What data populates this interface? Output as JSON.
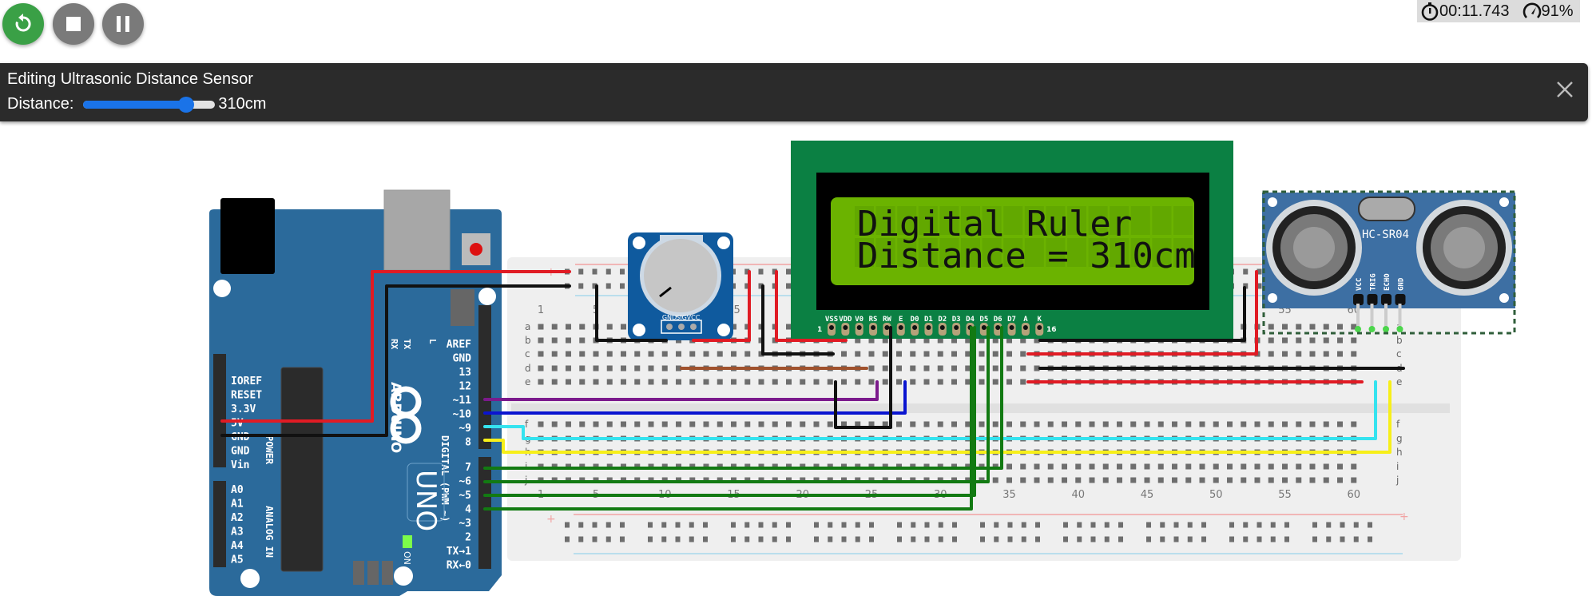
{
  "toolbar": {
    "restart_label": "Restart simulation",
    "stop_label": "Stop simulation",
    "pause_label": "Pause simulation"
  },
  "status": {
    "timer": "00:11.743",
    "speed": "91%"
  },
  "editor": {
    "title": "Editing Ultrasonic Distance Sensor",
    "distance_label": "Distance:",
    "distance_value": "310cm",
    "distance_fraction": 0.78
  },
  "lcd": {
    "line1": "Digital Ruler",
    "line2": "Distance = 310cm",
    "pin_labels": [
      "VSS",
      "VDD",
      "V0",
      "RS",
      "RW",
      "E",
      "D0",
      "D1",
      "D2",
      "D3",
      "D4",
      "D5",
      "D6",
      "D7",
      "A",
      "K"
    ],
    "pin_first": "1",
    "pin_last": "16",
    "colors": {
      "board": "#0b8043",
      "screen": "#6bb300",
      "bezel": "#000000"
    }
  },
  "sensor": {
    "model": "HC-SR04",
    "pins": [
      "VCC",
      "TRIG",
      "ECHO",
      "GND"
    ]
  },
  "potentiometer": {
    "pins": [
      "GND",
      "SIG",
      "VCC"
    ]
  },
  "arduino": {
    "name": "ARDUINO",
    "model": "UNO",
    "on_label": "ON",
    "power_header": [
      "IOREF",
      "RESET",
      "3.3V",
      "5V",
      "GND",
      "GND",
      "Vin"
    ],
    "power_title": "POWER",
    "analog_header": [
      "A0",
      "A1",
      "A2",
      "A3",
      "A4",
      "A5"
    ],
    "analog_title": "ANALOG IN",
    "digital_top": [
      "AREF",
      "GND",
      "13",
      "12",
      "~11",
      "~10",
      "~9",
      "8"
    ],
    "digital_bottom": [
      "7",
      "~6",
      "~5",
      "4",
      "~3",
      "2",
      "TX→1",
      "RX←0"
    ],
    "digital_title": "DIGITAL (PWM ~)",
    "led_labels": [
      "RX",
      "TX",
      "L"
    ]
  },
  "breadboard": {
    "rows_top": [
      "a",
      "b",
      "c",
      "d",
      "e"
    ],
    "rows_bottom": [
      "f",
      "g",
      "h",
      "i",
      "j"
    ],
    "column_numbers": [
      "1",
      "5",
      "10",
      "15",
      "20",
      "25",
      "30",
      "35",
      "40",
      "45",
      "50",
      "55",
      "60"
    ],
    "plus": "+"
  },
  "wire_colors": {
    "red": "#e01b24",
    "black": "#111111",
    "brown": "#a0522d",
    "purple": "#7b1a8c",
    "blue": "#0a14d0",
    "cyan": "#35e3ef",
    "yellow": "#f7ef1a",
    "green": "#127a12"
  }
}
